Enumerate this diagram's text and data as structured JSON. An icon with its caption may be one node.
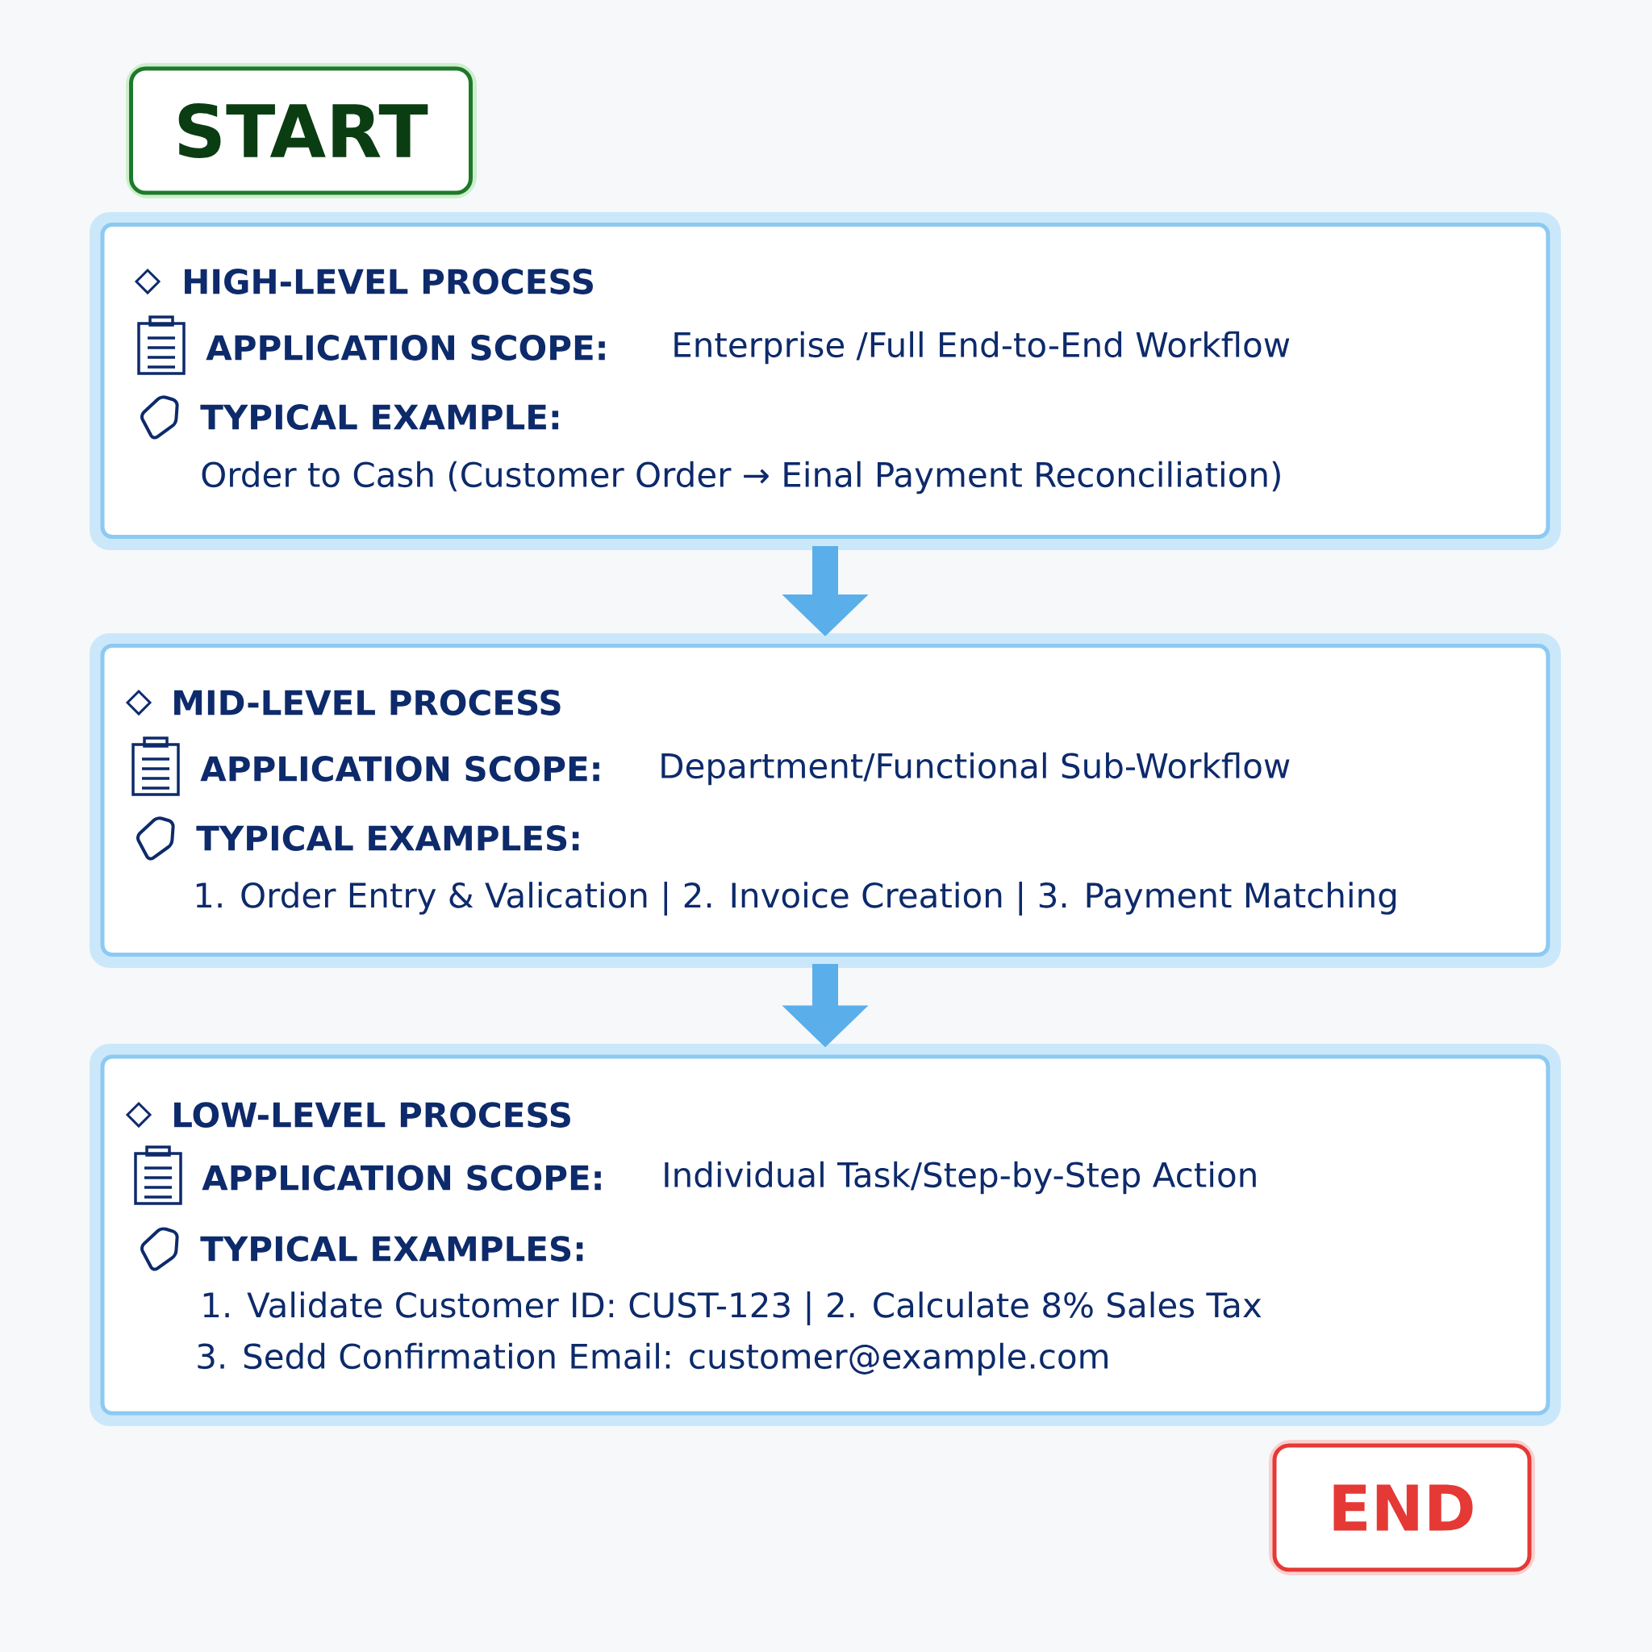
{
  "diagram": {
    "nodes": [
      {
        "text": [
          "START"
        ]
      },
      {
        "text": [
          "HIGH-LEVEL PROCESS",
          "APPLICATION SCOPE:",
          "Enterprise /Full End-to-End Workflow",
          "TYPICAL EXAMPLE:",
          "Order to Cash (Customer Order → Einal Payment Reconciliation)"
        ]
      },
      {
        "text": [
          "MID-LEVEL PROCESS",
          "APPLICATION SCOPE:",
          "Department/Functional Sub-Workflow",
          "TYPICAL EXAMPLES:",
          "1. Order Entry & Valication |  2. Invoice Creation |  3. Payment Matching"
        ]
      },
      {
        "text": [
          "LOW-LEVEL PROCESS",
          "APPLICATION SCOPE:",
          "Individual Task/Step-by-Step Action",
          "TYPICAL EXAMPLES:",
          "1. Validate Customer ID: CUST-123 | 2. Calculate 8% Sales Tax",
          "3. Sedd Confirmation Email: customer@example.com"
        ]
      },
      {
        "text": [
          "END"
        ]
      }
    ],
    "edges": [
      {
        "from": 1,
        "to": 2,
        "arrow": "to"
      },
      {
        "from": 2,
        "to": 3,
        "arrow": "to"
      }
    ]
  }
}
